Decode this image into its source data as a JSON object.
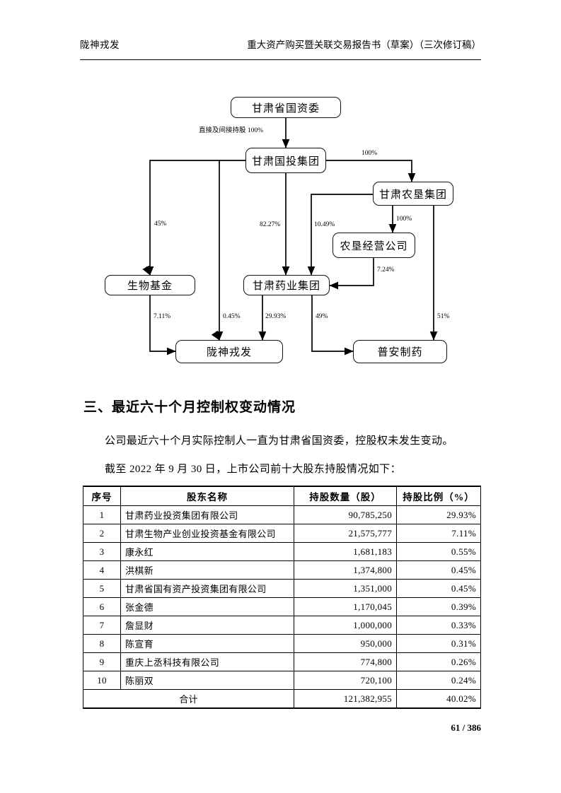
{
  "header": {
    "left": "陇神戎发",
    "right": "重大资产购买暨关联交易报告书（草案）（三次修订稿）"
  },
  "org_chart": {
    "nodes": [
      {
        "id": "sasac",
        "label": "甘肃省国资委"
      },
      {
        "id": "gtjt",
        "label": "甘肃国投集团"
      },
      {
        "id": "nkjt",
        "label": "甘肃农垦集团"
      },
      {
        "id": "nkjy",
        "label": "农垦经营公司"
      },
      {
        "id": "swjj",
        "label": "生物基金"
      },
      {
        "id": "gsyy",
        "label": "甘肃药业集团"
      },
      {
        "id": "lsrf",
        "label": "陇神戎发"
      },
      {
        "id": "pazy",
        "label": "普安制药"
      }
    ],
    "edges": [
      {
        "from": "sasac",
        "to": "gtjt",
        "label": "直接及间接持股 100%"
      },
      {
        "from": "gtjt",
        "to": "nkjt",
        "label": "100%"
      },
      {
        "from": "gtjt",
        "to": "swjj",
        "label": "45%"
      },
      {
        "from": "gtjt",
        "to": "lsrf",
        "label": "0.45%"
      },
      {
        "from": "gtjt",
        "to": "gsyy",
        "label": "82.27%"
      },
      {
        "from": "nkjt",
        "to": "gsyy",
        "label": "10.49%"
      },
      {
        "from": "nkjt",
        "to": "nkjy",
        "label": "100%"
      },
      {
        "from": "nkjt",
        "to": "pazy",
        "label": "51%"
      },
      {
        "from": "nkjy",
        "to": "gsyy",
        "label": "7.24%"
      },
      {
        "from": "swjj",
        "to": "lsrf",
        "label": "7.11%"
      },
      {
        "from": "gsyy",
        "to": "lsrf",
        "label": "29.93%"
      },
      {
        "from": "gsyy",
        "to": "pazy",
        "label": "49%"
      }
    ]
  },
  "section": {
    "heading": "三、最近六十个月控制权变动情况",
    "paragraph1": "公司最近六十个月实际控制人一直为甘肃省国资委，控股权未发生变动。",
    "paragraph2": "截至 2022 年 9 月 30 日，上市公司前十大股东持股情况如下："
  },
  "table": {
    "columns": [
      "序号",
      "股东名称",
      "持股数量（股）",
      "持股比例（%）"
    ],
    "rows": [
      {
        "idx": "1",
        "name": "甘肃药业投资集团有限公司",
        "qty": "90,785,250",
        "pct": "29.93%"
      },
      {
        "idx": "2",
        "name": "甘肃生物产业创业投资基金有限公司",
        "qty": "21,575,777",
        "pct": "7.11%"
      },
      {
        "idx": "3",
        "name": "康永红",
        "qty": "1,681,183",
        "pct": "0.55%"
      },
      {
        "idx": "4",
        "name": "洪棋新",
        "qty": "1,374,800",
        "pct": "0.45%"
      },
      {
        "idx": "5",
        "name": "甘肃省国有资产投资集团有限公司",
        "qty": "1,351,000",
        "pct": "0.45%"
      },
      {
        "idx": "6",
        "name": "张金德",
        "qty": "1,170,045",
        "pct": "0.39%"
      },
      {
        "idx": "7",
        "name": "詹显财",
        "qty": "1,000,000",
        "pct": "0.33%"
      },
      {
        "idx": "8",
        "name": "陈宣育",
        "qty": "950,000",
        "pct": "0.31%"
      },
      {
        "idx": "9",
        "name": "重庆上丞科技有限公司",
        "qty": "774,800",
        "pct": "0.26%"
      },
      {
        "idx": "10",
        "name": "陈丽双",
        "qty": "720,100",
        "pct": "0.24%"
      }
    ],
    "total": {
      "label": "合计",
      "qty": "121,382,955",
      "pct": "40.02%"
    }
  },
  "footer": {
    "page": "61 / 386"
  }
}
